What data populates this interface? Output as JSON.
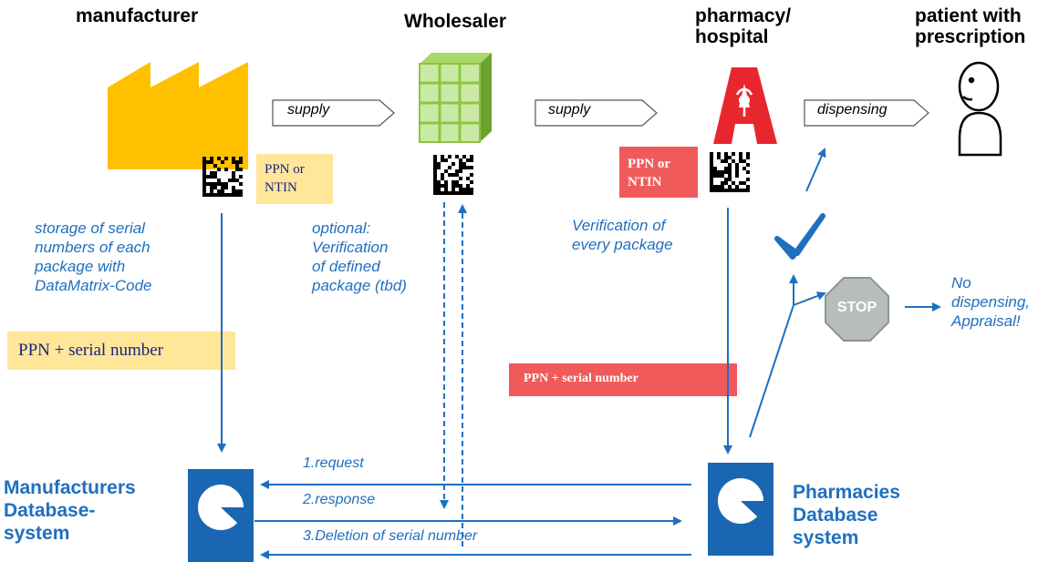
{
  "actors": {
    "manufacturer": "manufacturer",
    "wholesaler": "Wholesaler",
    "pharmacy_line1": "pharmacy/",
    "pharmacy_line2": "hospital",
    "patient_line1": "patient with",
    "patient_line2": "prescription"
  },
  "flows": {
    "supply1": "supply",
    "supply2": "supply",
    "dispensing": "dispensing"
  },
  "code_tags": {
    "manufacturer_line1": "PPN or",
    "manufacturer_line2": "NTIN",
    "pharmacy_line1": "PPN or",
    "pharmacy_line2": "NTIN"
  },
  "notes": {
    "manufacturer": [
      "storage of serial",
      "numbers of each",
      "package with",
      "DataMatrix-Code"
    ],
    "wholesaler": [
      "optional:",
      "Verification",
      "of defined",
      "package (tbd)"
    ],
    "pharmacy": [
      "Verification of",
      "every package"
    ],
    "stop_result": [
      "No",
      "dispensing,",
      "Appraisal!"
    ]
  },
  "serial_boxes": {
    "manufacturer": "PPN + serial number",
    "pharmacy": "PPN + serial number"
  },
  "stop_sign": "STOP",
  "databases": {
    "manufacturer": [
      "Manufacturers",
      "Database-",
      "system"
    ],
    "pharmacy": [
      "Pharmacies",
      "Database",
      "system"
    ]
  },
  "messages": {
    "request": "1.request",
    "response": "2.response",
    "deletion": "3.Deletion of serial number"
  },
  "colors": {
    "accent_blue": "#1f6fbf",
    "db_blue": "#1a66b3",
    "factory_yellow": "#ffc000",
    "pharmacy_red": "#e8262e",
    "tag_yellow": "#ffe699",
    "tag_red": "#f05a5a",
    "box_green": "#8cc63f",
    "check_blue": "#1f6fbf",
    "stop_gray": "#b7bdbd"
  },
  "icons": [
    "factory-icon",
    "warehouse-icon",
    "pharmacy-a-icon",
    "person-icon",
    "datamatrix-icon",
    "checkmark-icon",
    "stop-sign-icon",
    "database-icon"
  ]
}
